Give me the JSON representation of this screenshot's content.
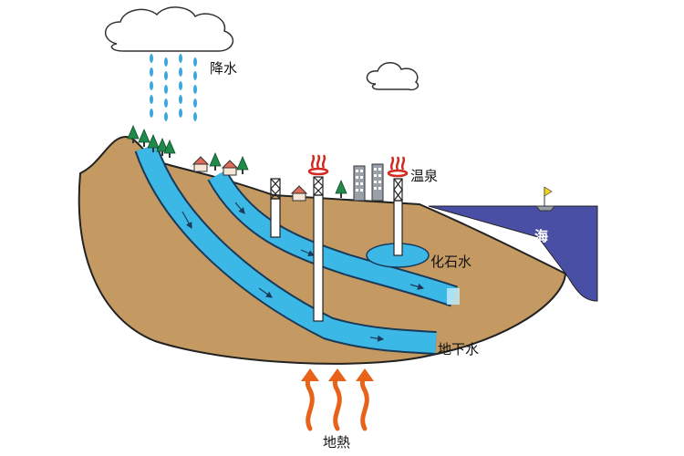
{
  "labels": {
    "rain": "降水",
    "hot_spring": "温泉",
    "sea": "海",
    "fossil_water": "化石水",
    "groundwater": "地下水",
    "geothermal": "地熱"
  },
  "colors": {
    "soil": "#c49a62",
    "groundwater": "#3cb8e6",
    "sea": "#4a4fa6",
    "rain": "#3aa7dd",
    "heat": "#e8621a",
    "steam": "#d22a1e",
    "tree": "#1f8a4a",
    "building": "#9aa0a8"
  },
  "icons": [
    "cloud-icon",
    "rain-icon",
    "tree-icon",
    "house-icon",
    "steam-icon",
    "building-icon",
    "boat-icon",
    "flag-icon",
    "heat-arrow-icon"
  ]
}
